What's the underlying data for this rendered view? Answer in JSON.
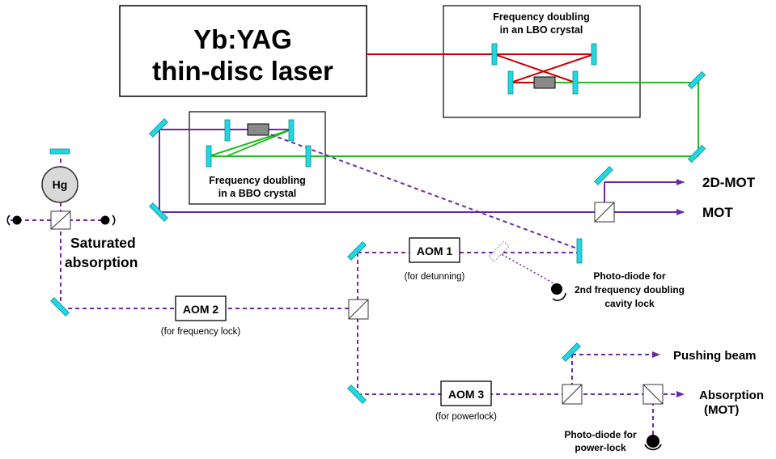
{
  "colors": {
    "ir_beam": "#cc0000",
    "green_beam": "#22bb22",
    "uv_beam": "#6a2aa8",
    "mirror": "#22d8e0",
    "crystal": "#8a8a8a"
  },
  "laser": {
    "line1": "Yb:YAG",
    "line2": "thin-disc laser"
  },
  "lbo_box": {
    "line1": "Frequency doubling",
    "line2": "in an LBO crystal"
  },
  "bbo_box": {
    "line1": "Frequency doubling",
    "line2": "in a BBO crystal"
  },
  "outputs": {
    "mot2d": "2D-MOT",
    "mot": "MOT",
    "pushing": "Pushing beam",
    "absorption1": "Absorption",
    "absorption2": "(MOT)"
  },
  "aom1": {
    "label": "AOM 1",
    "note": "(for detunning)"
  },
  "aom2": {
    "label": "AOM 2",
    "note": "(for frequency lock)"
  },
  "aom3": {
    "label": "AOM 3",
    "note": "(for powerlock)"
  },
  "hg": "Hg",
  "saturated": {
    "line1": "Saturated",
    "line2": "absorption"
  },
  "pd_cavity": {
    "line1": "Photo-diode for",
    "line2": "2nd frequency doubling",
    "line3": "cavity lock"
  },
  "pd_power": {
    "line1": "Photo-diode for",
    "line2": "power-lock"
  }
}
